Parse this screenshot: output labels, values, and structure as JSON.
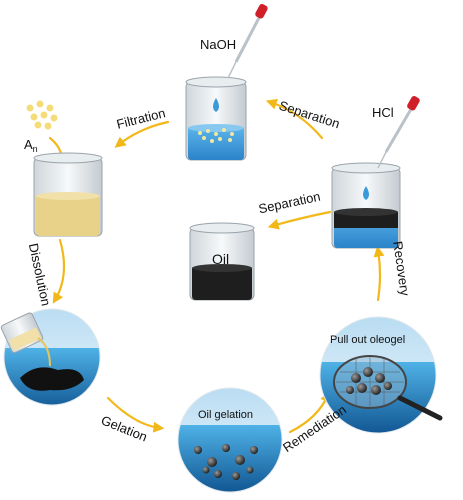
{
  "labels": {
    "naoh": "NaOH",
    "hcl": "HCl",
    "filtration": "Filtration",
    "separation_top": "Separation",
    "separation_mid": "Separation",
    "dissolution": "Dissolution",
    "recovery": "Recovery",
    "gelation": "Gelation",
    "remediation": "Remediation",
    "oil": "Oil",
    "an_base": "A",
    "an_sub": "n",
    "oil_gelation": "Oil gelation",
    "pull_out": "Pull out oleogel"
  },
  "colors": {
    "arrow": "#f2b81a",
    "sea_top": "#3aa0d8",
    "sea_bottom": "#0a4c8a",
    "sky": "#e9f4fb",
    "water_blue": "#3b9ad9",
    "sand": "#e8d28a",
    "oil_black": "#1e1e1e",
    "pipette_red": "#d11f2a"
  }
}
